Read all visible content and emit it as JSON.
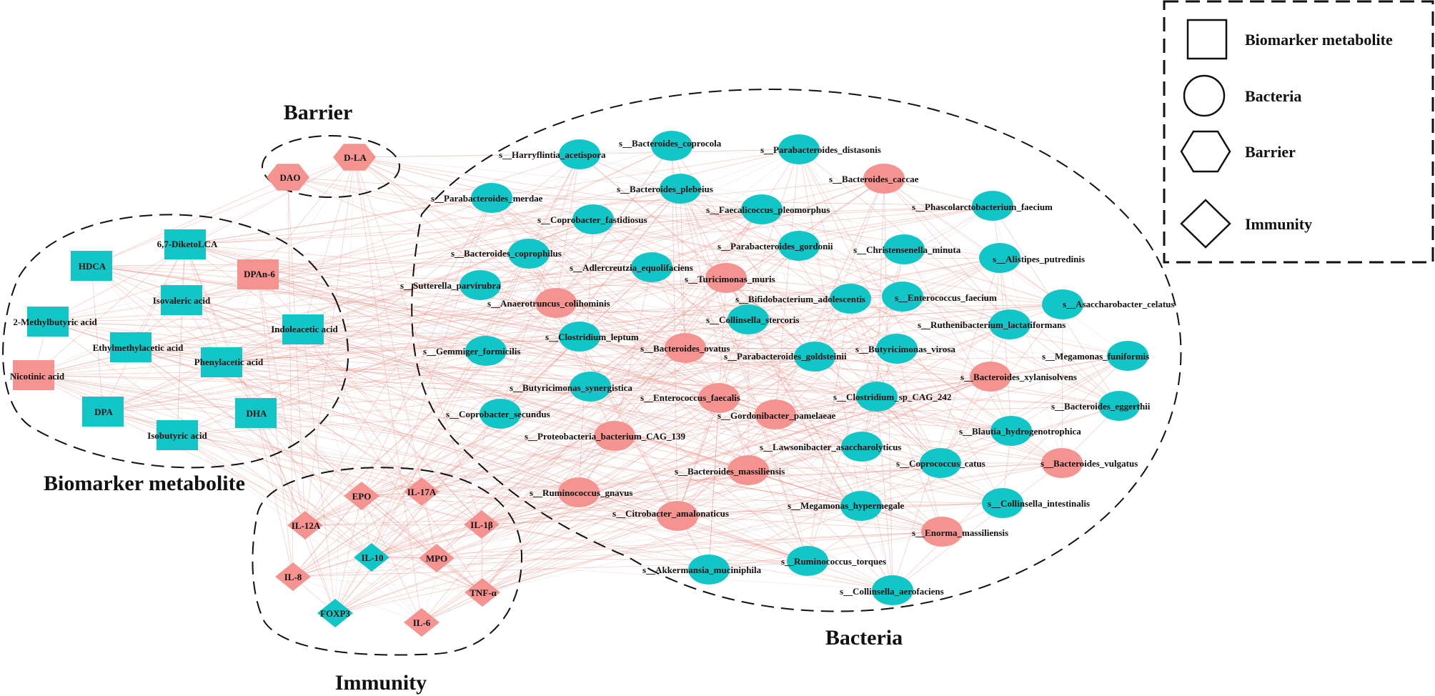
{
  "colors": {
    "cyan": "#12c6c8",
    "pink": "#f59390",
    "edge_pos": "#e8877d",
    "edge_neg": "#bdbdbd"
  },
  "groups": {
    "barrier": "Barrier",
    "metabolite": "Biomarker metabolite",
    "immunity": "Immunity",
    "bacteria": "Bacteria"
  },
  "legend": [
    {
      "shape": "square",
      "label": "Biomarker metabolite"
    },
    {
      "shape": "circle",
      "label": "Bacteria"
    },
    {
      "shape": "hexagon",
      "label": "Barrier"
    },
    {
      "shape": "diamond",
      "label": "Immunity"
    }
  ],
  "nodes": [
    {
      "id": "DAO",
      "label": "DAO",
      "shape": "hexagon",
      "color": "pink",
      "group": "barrier"
    },
    {
      "id": "DLA",
      "label": "D-LA",
      "shape": "hexagon",
      "color": "pink",
      "group": "barrier"
    },
    {
      "id": "m1",
      "label": "6,7-DiketoLCA",
      "shape": "square",
      "color": "cyan",
      "group": "metabolite"
    },
    {
      "id": "m2",
      "label": "HDCA",
      "shape": "square",
      "color": "cyan",
      "group": "metabolite"
    },
    {
      "id": "m3",
      "label": "DPAn-6",
      "shape": "square",
      "color": "pink",
      "group": "metabolite"
    },
    {
      "id": "m4",
      "label": "Isovaleric acid",
      "shape": "square",
      "color": "cyan",
      "group": "metabolite"
    },
    {
      "id": "m5",
      "label": "2-Methylbutyric acid",
      "shape": "square",
      "color": "cyan",
      "group": "metabolite"
    },
    {
      "id": "m6",
      "label": "Indoleacetic acid",
      "shape": "square",
      "color": "cyan",
      "group": "metabolite"
    },
    {
      "id": "m7",
      "label": "Ethylmethylacetic acid",
      "shape": "square",
      "color": "cyan",
      "group": "metabolite"
    },
    {
      "id": "m8",
      "label": "Phenylacetic acid",
      "shape": "square",
      "color": "cyan",
      "group": "metabolite"
    },
    {
      "id": "m9",
      "label": "Nicotinic acid",
      "shape": "square",
      "color": "pink",
      "group": "metabolite"
    },
    {
      "id": "m10",
      "label": "DPA",
      "shape": "square",
      "color": "cyan",
      "group": "metabolite"
    },
    {
      "id": "m11",
      "label": "DHA",
      "shape": "square",
      "color": "cyan",
      "group": "metabolite"
    },
    {
      "id": "m12",
      "label": "Isobutyric acid",
      "shape": "square",
      "color": "cyan",
      "group": "metabolite"
    },
    {
      "id": "i1",
      "label": "EPO",
      "shape": "diamond",
      "color": "pink",
      "group": "immunity"
    },
    {
      "id": "i2",
      "label": "IL-17A",
      "shape": "diamond",
      "color": "pink",
      "group": "immunity"
    },
    {
      "id": "i3",
      "label": "IL-12A",
      "shape": "diamond",
      "color": "pink",
      "group": "immunity"
    },
    {
      "id": "i4",
      "label": "IL-1β",
      "shape": "diamond",
      "color": "pink",
      "group": "immunity"
    },
    {
      "id": "i5",
      "label": "IL-10",
      "shape": "diamond",
      "color": "cyan",
      "group": "immunity"
    },
    {
      "id": "i6",
      "label": "MPO",
      "shape": "diamond",
      "color": "pink",
      "group": "immunity"
    },
    {
      "id": "i7",
      "label": "IL-8",
      "shape": "diamond",
      "color": "pink",
      "group": "immunity"
    },
    {
      "id": "i8",
      "label": "TNF-α",
      "shape": "diamond",
      "color": "pink",
      "group": "immunity"
    },
    {
      "id": "i9",
      "label": "FOXP3",
      "shape": "diamond",
      "color": "cyan",
      "group": "immunity"
    },
    {
      "id": "i10",
      "label": "IL-6",
      "shape": "diamond",
      "color": "pink",
      "group": "immunity"
    },
    {
      "id": "b1",
      "label": "s__Bacteroides_coprocola",
      "shape": "circle",
      "color": "cyan",
      "group": "bacteria"
    },
    {
      "id": "b2",
      "label": "s__Harryflintia_acetispora",
      "shape": "circle",
      "color": "cyan",
      "group": "bacteria"
    },
    {
      "id": "b3",
      "label": "s__Parabacteroides_distasonis",
      "shape": "circle",
      "color": "cyan",
      "group": "bacteria"
    },
    {
      "id": "b4",
      "label": "s__Bacteroides_caccae",
      "shape": "circle",
      "color": "pink",
      "group": "bacteria"
    },
    {
      "id": "b5",
      "label": "s__Parabacteroides_merdae",
      "shape": "circle",
      "color": "cyan",
      "group": "bacteria"
    },
    {
      "id": "b6",
      "label": "s__Bacteroides_plebeius",
      "shape": "circle",
      "color": "cyan",
      "group": "bacteria"
    },
    {
      "id": "b7",
      "label": "s__Coprobacter_fastidiosus",
      "shape": "circle",
      "color": "cyan",
      "group": "bacteria"
    },
    {
      "id": "b8",
      "label": "s__Faecalicoccus_pleomorphus",
      "shape": "circle",
      "color": "cyan",
      "group": "bacteria"
    },
    {
      "id": "b9",
      "label": "s__Phascolarctobacterium_faecium",
      "shape": "circle",
      "color": "cyan",
      "group": "bacteria"
    },
    {
      "id": "b10",
      "label": "s__Bacteroides_coprophilus",
      "shape": "circle",
      "color": "cyan",
      "group": "bacteria"
    },
    {
      "id": "b11",
      "label": "s__Parabacteroides_gordonii",
      "shape": "circle",
      "color": "cyan",
      "group": "bacteria"
    },
    {
      "id": "b12",
      "label": "s__Christensenella_minuta",
      "shape": "circle",
      "color": "cyan",
      "group": "bacteria"
    },
    {
      "id": "b13",
      "label": "s__Alistipes_putredinis",
      "shape": "circle",
      "color": "cyan",
      "group": "bacteria"
    },
    {
      "id": "b14",
      "label": "s__Adlercreutzia_equolifaciens",
      "shape": "circle",
      "color": "cyan",
      "group": "bacteria"
    },
    {
      "id": "b15",
      "label": "s__Turicimonas_muris",
      "shape": "circle",
      "color": "pink",
      "group": "bacteria"
    },
    {
      "id": "b16",
      "label": "s__Sutterella_parvirubra",
      "shape": "circle",
      "color": "cyan",
      "group": "bacteria"
    },
    {
      "id": "b17",
      "label": "s__Anaerotruncus_colihominis",
      "shape": "circle",
      "color": "pink",
      "group": "bacteria"
    },
    {
      "id": "b18",
      "label": "s__Bifidobacterium_adolescentis",
      "shape": "circle",
      "color": "cyan",
      "group": "bacteria"
    },
    {
      "id": "b19",
      "label": "s__Enterococcus_faecium",
      "shape": "circle",
      "color": "cyan",
      "group": "bacteria"
    },
    {
      "id": "b20",
      "label": "s__Asaccharobacter_celatus",
      "shape": "circle",
      "color": "cyan",
      "group": "bacteria"
    },
    {
      "id": "b21",
      "label": "s__Collinsella_stercoris",
      "shape": "circle",
      "color": "cyan",
      "group": "bacteria"
    },
    {
      "id": "b22",
      "label": "s__Ruthenibacterium_lactatiformans",
      "shape": "circle",
      "color": "cyan",
      "group": "bacteria"
    },
    {
      "id": "b23",
      "label": "s__Clostridium_leptum",
      "shape": "circle",
      "color": "cyan",
      "group": "bacteria"
    },
    {
      "id": "b24",
      "label": "s__Gemmiger_formicilis",
      "shape": "circle",
      "color": "cyan",
      "group": "bacteria"
    },
    {
      "id": "b25",
      "label": "s__Bacteroides_ovatus",
      "shape": "circle",
      "color": "pink",
      "group": "bacteria"
    },
    {
      "id": "b26",
      "label": "s__Butyricimonas_virosa",
      "shape": "circle",
      "color": "cyan",
      "group": "bacteria"
    },
    {
      "id": "b27",
      "label": "s__Megamonas_funiformis",
      "shape": "circle",
      "color": "cyan",
      "group": "bacteria"
    },
    {
      "id": "b28",
      "label": "s__Parabacteroides_goldsteinii",
      "shape": "circle",
      "color": "cyan",
      "group": "bacteria"
    },
    {
      "id": "b29",
      "label": "s__Bacteroides_xylanisolvens",
      "shape": "circle",
      "color": "pink",
      "group": "bacteria"
    },
    {
      "id": "b30",
      "label": "s__Butyricimonas_synergistica",
      "shape": "circle",
      "color": "cyan",
      "group": "bacteria"
    },
    {
      "id": "b31",
      "label": "s__Enterococcus_faecalis",
      "shape": "circle",
      "color": "pink",
      "group": "bacteria"
    },
    {
      "id": "b32",
      "label": "s__Clostridium_sp_CAG_242",
      "shape": "circle",
      "color": "cyan",
      "group": "bacteria"
    },
    {
      "id": "b33",
      "label": "s__Bacteroides_eggerthii",
      "shape": "circle",
      "color": "cyan",
      "group": "bacteria"
    },
    {
      "id": "b34",
      "label": "s__Coprobacter_secundus",
      "shape": "circle",
      "color": "cyan",
      "group": "bacteria"
    },
    {
      "id": "b35",
      "label": "s__Gordonibacter_pamelaeae",
      "shape": "circle",
      "color": "pink",
      "group": "bacteria"
    },
    {
      "id": "b36",
      "label": "s__Blautia_hydrogenotrophica",
      "shape": "circle",
      "color": "cyan",
      "group": "bacteria"
    },
    {
      "id": "b37",
      "label": "s__Proteobacteria_bacterium_CAG_139",
      "shape": "circle",
      "color": "pink",
      "group": "bacteria"
    },
    {
      "id": "b38",
      "label": "s__Lawsonibacter_asaccharolyticus",
      "shape": "circle",
      "color": "cyan",
      "group": "bacteria"
    },
    {
      "id": "b39",
      "label": "s__Coprococcus_catus",
      "shape": "circle",
      "color": "cyan",
      "group": "bacteria"
    },
    {
      "id": "b40",
      "label": "s__Bacteroides_vulgatus",
      "shape": "circle",
      "color": "pink",
      "group": "bacteria"
    },
    {
      "id": "b41",
      "label": "s__Bacteroides_massiliensis",
      "shape": "circle",
      "color": "pink",
      "group": "bacteria"
    },
    {
      "id": "b42",
      "label": "s__Ruminococcus_gnavus",
      "shape": "circle",
      "color": "pink",
      "group": "bacteria"
    },
    {
      "id": "b43",
      "label": "s__Collinsella_intestinalis",
      "shape": "circle",
      "color": "cyan",
      "group": "bacteria"
    },
    {
      "id": "b44",
      "label": "s__Megamonas_hypermegale",
      "shape": "circle",
      "color": "cyan",
      "group": "bacteria"
    },
    {
      "id": "b45",
      "label": "s__Citrobacter_amalonaticus",
      "shape": "circle",
      "color": "pink",
      "group": "bacteria"
    },
    {
      "id": "b46",
      "label": "s__Enorma_massiliensis",
      "shape": "circle",
      "color": "pink",
      "group": "bacteria"
    },
    {
      "id": "b47",
      "label": "s__Ruminococcus_torques",
      "shape": "circle",
      "color": "cyan",
      "group": "bacteria"
    },
    {
      "id": "b48",
      "label": "s__Akkermansia_muciniphila",
      "shape": "circle",
      "color": "cyan",
      "group": "bacteria"
    },
    {
      "id": "b49",
      "label": "s__Collinsella_aerofaciens",
      "shape": "circle",
      "color": "cyan",
      "group": "bacteria"
    }
  ]
}
